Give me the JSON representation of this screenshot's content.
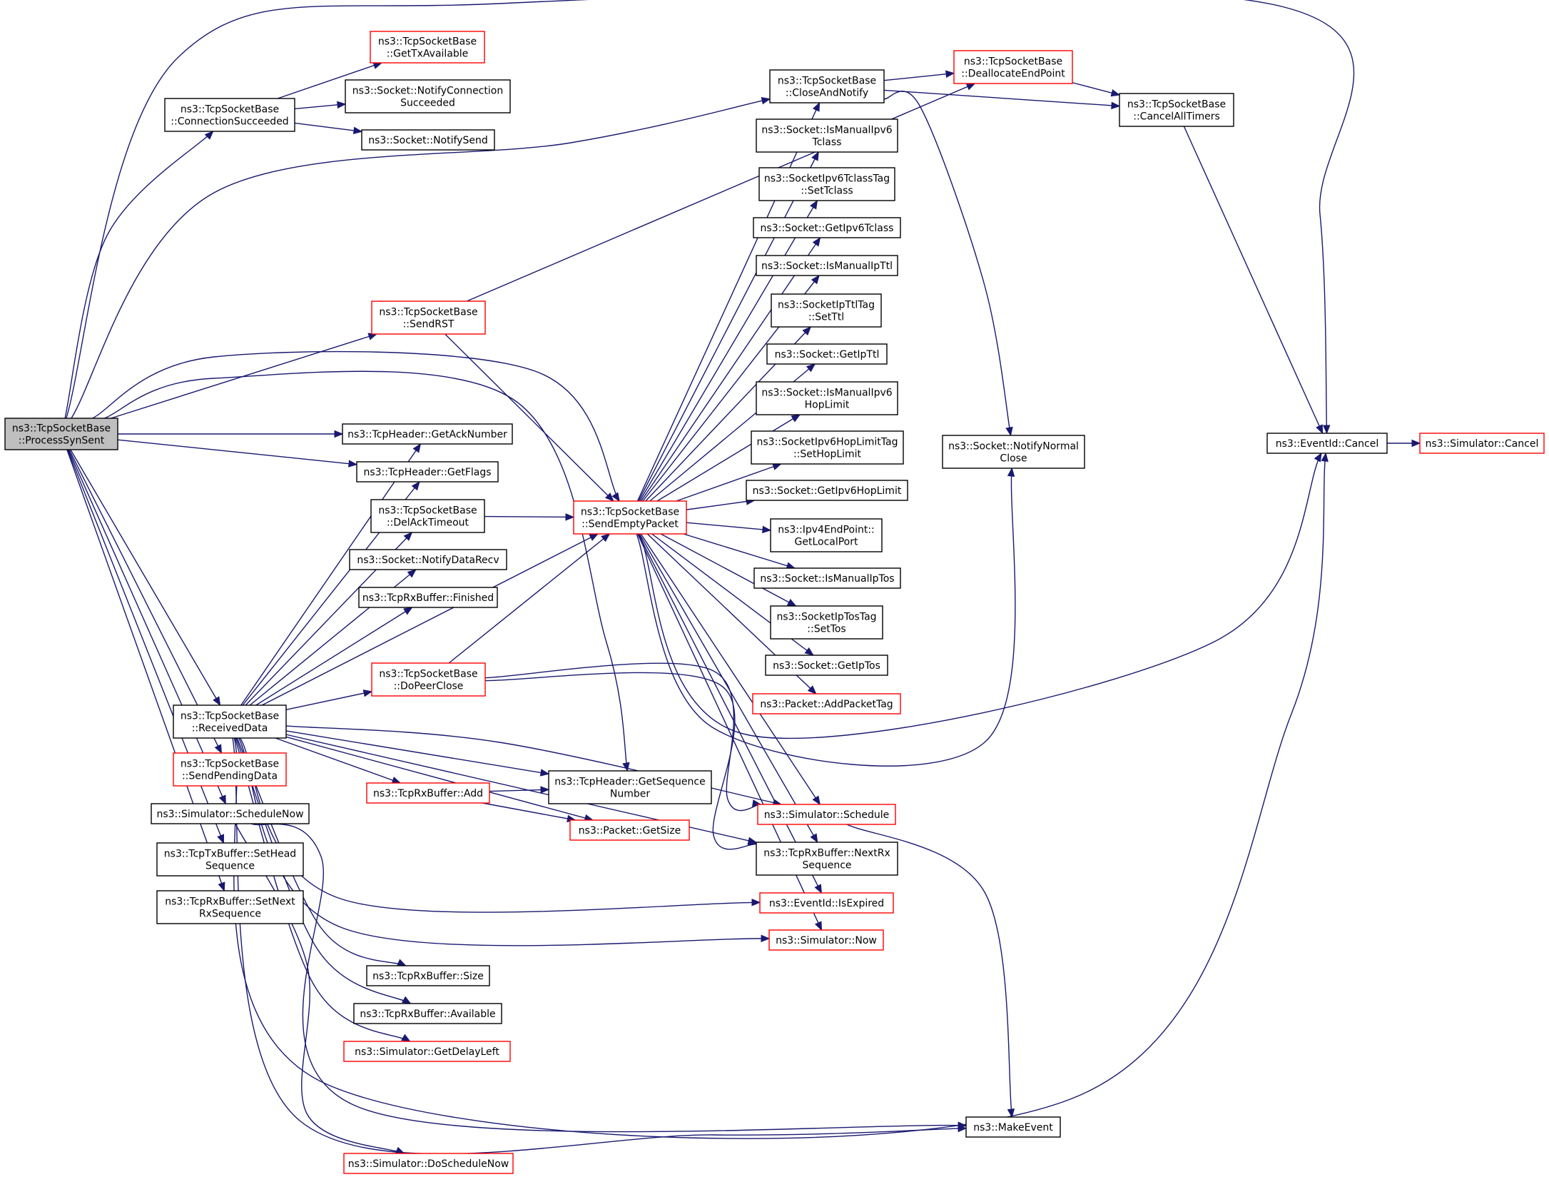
{
  "colors": {
    "edge": "#191970",
    "node_border": "#000000",
    "link_border": "#ff0000",
    "root_fill": "#bfbfbf",
    "background": "#ffffff"
  },
  "nodes": [
    {
      "id": "processSynSent",
      "lines": [
        "ns3::TcpSocketBase",
        "::ProcessSynSent"
      ],
      "style": "root"
    },
    {
      "id": "getTxAvailable",
      "lines": [
        "ns3::TcpSocketBase",
        "::GetTxAvailable"
      ],
      "style": "red"
    },
    {
      "id": "connectionSucceeded",
      "lines": [
        "ns3::TcpSocketBase",
        "::ConnectionSucceeded"
      ],
      "style": "black"
    },
    {
      "id": "notifyConnectionSucceeded",
      "lines": [
        "ns3::Socket::NotifyConnection",
        "Succeeded"
      ],
      "style": "black"
    },
    {
      "id": "notifySend",
      "lines": [
        "ns3::Socket::NotifySend"
      ],
      "style": "black"
    },
    {
      "id": "sendRST",
      "lines": [
        "ns3::TcpSocketBase",
        "::SendRST"
      ],
      "style": "red"
    },
    {
      "id": "getAckNumber",
      "lines": [
        "ns3::TcpHeader::GetAckNumber"
      ],
      "style": "black"
    },
    {
      "id": "getFlags",
      "lines": [
        "ns3::TcpHeader::GetFlags"
      ],
      "style": "black"
    },
    {
      "id": "delAckTimeout",
      "lines": [
        "ns3::TcpSocketBase",
        "::DelAckTimeout"
      ],
      "style": "black"
    },
    {
      "id": "notifyDataRecv",
      "lines": [
        "ns3::Socket::NotifyDataRecv"
      ],
      "style": "black"
    },
    {
      "id": "rxFinished",
      "lines": [
        "ns3::TcpRxBuffer::Finished"
      ],
      "style": "black"
    },
    {
      "id": "doPeerClose",
      "lines": [
        "ns3::TcpSocketBase",
        "::DoPeerClose"
      ],
      "style": "red"
    },
    {
      "id": "receivedData",
      "lines": [
        "ns3::TcpSocketBase",
        "::ReceivedData"
      ],
      "style": "black"
    },
    {
      "id": "sendPendingData",
      "lines": [
        "ns3::TcpSocketBase",
        "::SendPendingData"
      ],
      "style": "red"
    },
    {
      "id": "rxAdd",
      "lines": [
        "ns3::TcpRxBuffer::Add"
      ],
      "style": "red"
    },
    {
      "id": "scheduleNow",
      "lines": [
        "ns3::Simulator::ScheduleNow"
      ],
      "style": "black"
    },
    {
      "id": "txSetHead",
      "lines": [
        "ns3::TcpTxBuffer::SetHead",
        "Sequence"
      ],
      "style": "black"
    },
    {
      "id": "rxSetNext",
      "lines": [
        "ns3::TcpRxBuffer::SetNext",
        "RxSequence"
      ],
      "style": "black"
    },
    {
      "id": "rxSize",
      "lines": [
        "ns3::TcpRxBuffer::Size"
      ],
      "style": "black"
    },
    {
      "id": "rxAvailable",
      "lines": [
        "ns3::TcpRxBuffer::Available"
      ],
      "style": "black"
    },
    {
      "id": "getDelayLeft",
      "lines": [
        "ns3::Simulator::GetDelayLeft"
      ],
      "style": "red"
    },
    {
      "id": "doScheduleNow",
      "lines": [
        "ns3::Simulator::DoScheduleNow"
      ],
      "style": "red"
    },
    {
      "id": "sendEmptyPacket",
      "lines": [
        "ns3::TcpSocketBase",
        "::SendEmptyPacket"
      ],
      "style": "red"
    },
    {
      "id": "getSequenceNumber",
      "lines": [
        "ns3::TcpHeader::GetSequence",
        "Number"
      ],
      "style": "black"
    },
    {
      "id": "packetGetSize",
      "lines": [
        "ns3::Packet::GetSize"
      ],
      "style": "red"
    },
    {
      "id": "closeAndNotify",
      "lines": [
        "ns3::TcpSocketBase",
        "::CloseAndNotify"
      ],
      "style": "black"
    },
    {
      "id": "isManualIpv6Tclass",
      "lines": [
        "ns3::Socket::IsManualIpv6",
        "Tclass"
      ],
      "style": "black"
    },
    {
      "id": "setTclass",
      "lines": [
        "ns3::SocketIpv6TclassTag",
        "::SetTclass"
      ],
      "style": "black"
    },
    {
      "id": "getIpv6Tclass",
      "lines": [
        "ns3::Socket::GetIpv6Tclass"
      ],
      "style": "black"
    },
    {
      "id": "isManualIpTtl",
      "lines": [
        "ns3::Socket::IsManualIpTtl"
      ],
      "style": "black"
    },
    {
      "id": "setTtl",
      "lines": [
        "ns3::SocketIpTtlTag",
        "::SetTtl"
      ],
      "style": "black"
    },
    {
      "id": "getIpTtl",
      "lines": [
        "ns3::Socket::GetIpTtl"
      ],
      "style": "black"
    },
    {
      "id": "isManualIpv6HopLimit",
      "lines": [
        "ns3::Socket::IsManualIpv6",
        "HopLimit"
      ],
      "style": "black"
    },
    {
      "id": "setHopLimit",
      "lines": [
        "ns3::SocketIpv6HopLimitTag",
        "::SetHopLimit"
      ],
      "style": "black"
    },
    {
      "id": "getIpv6HopLimit",
      "lines": [
        "ns3::Socket::GetIpv6HopLimit"
      ],
      "style": "black"
    },
    {
      "id": "getLocalPort",
      "lines": [
        "ns3::Ipv4EndPoint::",
        "GetLocalPort"
      ],
      "style": "black"
    },
    {
      "id": "isManualIpTos",
      "lines": [
        "ns3::Socket::IsManualIpTos"
      ],
      "style": "black"
    },
    {
      "id": "setTos",
      "lines": [
        "ns3::SocketIpTosTag",
        "::SetTos"
      ],
      "style": "black"
    },
    {
      "id": "getIpTos",
      "lines": [
        "ns3::Socket::GetIpTos"
      ],
      "style": "black"
    },
    {
      "id": "addPacketTag",
      "lines": [
        "ns3::Packet::AddPacketTag"
      ],
      "style": "red"
    },
    {
      "id": "simSchedule",
      "lines": [
        "ns3::Simulator::Schedule"
      ],
      "style": "red"
    },
    {
      "id": "nextRxSequence",
      "lines": [
        "ns3::TcpRxBuffer::NextRx",
        "Sequence"
      ],
      "style": "black"
    },
    {
      "id": "isExpired",
      "lines": [
        "ns3::EventId::IsExpired"
      ],
      "style": "red"
    },
    {
      "id": "simNow",
      "lines": [
        "ns3::Simulator::Now"
      ],
      "style": "red"
    },
    {
      "id": "deallocateEndPoint",
      "lines": [
        "ns3::TcpSocketBase",
        "::DeallocateEndPoint"
      ],
      "style": "red"
    },
    {
      "id": "cancelAllTimers",
      "lines": [
        "ns3::TcpSocketBase",
        "::CancelAllTimers"
      ],
      "style": "black"
    },
    {
      "id": "notifyNormalClose",
      "lines": [
        "ns3::Socket::NotifyNormal",
        "Close"
      ],
      "style": "black"
    },
    {
      "id": "eventIdCancel",
      "lines": [
        "ns3::EventId::Cancel"
      ],
      "style": "black"
    },
    {
      "id": "simCancel",
      "lines": [
        "ns3::Simulator::Cancel"
      ],
      "style": "red"
    },
    {
      "id": "makeEvent",
      "lines": [
        "ns3::MakeEvent"
      ],
      "style": "black"
    }
  ],
  "edges": [
    [
      "processSynSent",
      "connectionSucceeded"
    ],
    [
      "processSynSent",
      "closeAndNotify"
    ],
    [
      "processSynSent",
      "sendRST"
    ],
    [
      "processSynSent",
      "sendEmptyPacket"
    ],
    [
      "processSynSent",
      "getSequenceNumber"
    ],
    [
      "processSynSent",
      "getAckNumber"
    ],
    [
      "processSynSent",
      "getFlags"
    ],
    [
      "processSynSent",
      "receivedData"
    ],
    [
      "processSynSent",
      "sendPendingData"
    ],
    [
      "processSynSent",
      "scheduleNow"
    ],
    [
      "processSynSent",
      "txSetHead"
    ],
    [
      "processSynSent",
      "rxSetNext"
    ],
    [
      "processSynSent",
      "eventIdCancel"
    ],
    [
      "connectionSucceeded",
      "getTxAvailable"
    ],
    [
      "connectionSucceeded",
      "notifyConnectionSucceeded"
    ],
    [
      "connectionSucceeded",
      "notifySend"
    ],
    [
      "sendRST",
      "deallocateEndPoint"
    ],
    [
      "sendRST",
      "sendEmptyPacket"
    ],
    [
      "receivedData",
      "getAckNumber"
    ],
    [
      "receivedData",
      "getFlags"
    ],
    [
      "receivedData",
      "delAckTimeout"
    ],
    [
      "receivedData",
      "notifyDataRecv"
    ],
    [
      "receivedData",
      "rxFinished"
    ],
    [
      "receivedData",
      "doPeerClose"
    ],
    [
      "receivedData",
      "sendEmptyPacket"
    ],
    [
      "receivedData",
      "getSequenceNumber"
    ],
    [
      "receivedData",
      "rxAdd"
    ],
    [
      "receivedData",
      "packetGetSize"
    ],
    [
      "receivedData",
      "simSchedule"
    ],
    [
      "receivedData",
      "nextRxSequence"
    ],
    [
      "receivedData",
      "isExpired"
    ],
    [
      "receivedData",
      "simNow"
    ],
    [
      "receivedData",
      "rxSize"
    ],
    [
      "receivedData",
      "rxAvailable"
    ],
    [
      "receivedData",
      "getDelayLeft"
    ],
    [
      "receivedData",
      "eventIdCancel"
    ],
    [
      "receivedData",
      "makeEvent"
    ],
    [
      "delAckTimeout",
      "sendEmptyPacket"
    ],
    [
      "doPeerClose",
      "sendEmptyPacket"
    ],
    [
      "doPeerClose",
      "simSchedule"
    ],
    [
      "doPeerClose",
      "nextRxSequence"
    ],
    [
      "rxAdd",
      "getSequenceNumber"
    ],
    [
      "rxAdd",
      "packetGetSize"
    ],
    [
      "scheduleNow",
      "doScheduleNow"
    ],
    [
      "scheduleNow",
      "makeEvent"
    ],
    [
      "sendEmptyPacket",
      "closeAndNotify"
    ],
    [
      "sendEmptyPacket",
      "isManualIpv6Tclass"
    ],
    [
      "sendEmptyPacket",
      "setTclass"
    ],
    [
      "sendEmptyPacket",
      "getIpv6Tclass"
    ],
    [
      "sendEmptyPacket",
      "isManualIpTtl"
    ],
    [
      "sendEmptyPacket",
      "setTtl"
    ],
    [
      "sendEmptyPacket",
      "getIpTtl"
    ],
    [
      "sendEmptyPacket",
      "isManualIpv6HopLimit"
    ],
    [
      "sendEmptyPacket",
      "setHopLimit"
    ],
    [
      "sendEmptyPacket",
      "getIpv6HopLimit"
    ],
    [
      "sendEmptyPacket",
      "getLocalPort"
    ],
    [
      "sendEmptyPacket",
      "isManualIpTos"
    ],
    [
      "sendEmptyPacket",
      "setTos"
    ],
    [
      "sendEmptyPacket",
      "getIpTos"
    ],
    [
      "sendEmptyPacket",
      "addPacketTag"
    ],
    [
      "sendEmptyPacket",
      "simSchedule"
    ],
    [
      "sendEmptyPacket",
      "nextRxSequence"
    ],
    [
      "sendEmptyPacket",
      "isExpired"
    ],
    [
      "sendEmptyPacket",
      "simNow"
    ],
    [
      "sendEmptyPacket",
      "eventIdCancel"
    ],
    [
      "sendEmptyPacket",
      "notifyNormalClose"
    ],
    [
      "closeAndNotify",
      "deallocateEndPoint"
    ],
    [
      "closeAndNotify",
      "cancelAllTimers"
    ],
    [
      "closeAndNotify",
      "notifyNormalClose"
    ],
    [
      "deallocateEndPoint",
      "cancelAllTimers"
    ],
    [
      "cancelAllTimers",
      "eventIdCancel"
    ],
    [
      "eventIdCancel",
      "simCancel"
    ],
    [
      "simSchedule",
      "makeEvent"
    ]
  ]
}
